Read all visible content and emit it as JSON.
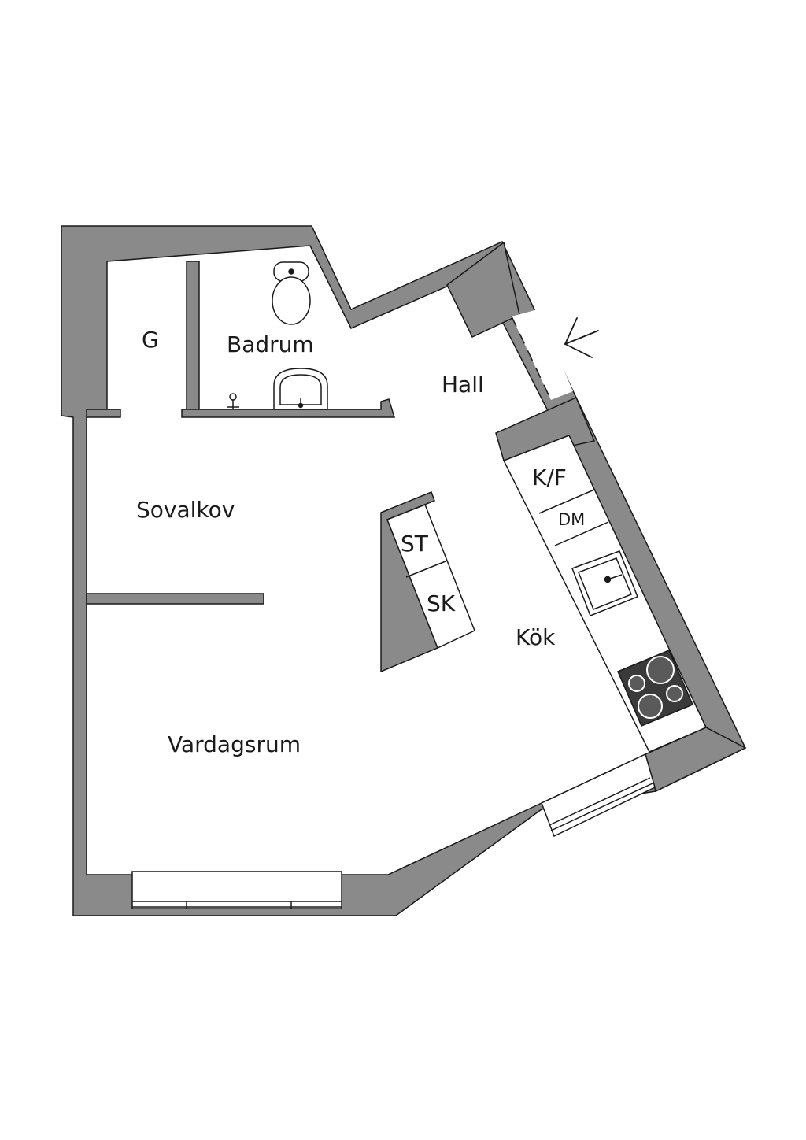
{
  "colors": {
    "wall": "#8a8a8a",
    "outline": "#1a1a1a",
    "floor": "#ffffff",
    "stove": "#3a3a3a"
  },
  "rooms": {
    "g": "G",
    "badrum": "Badrum",
    "hall": "Hall",
    "sovalkov": "Sovalkov",
    "vardagsrum": "Vardagsrum",
    "kok": "Kök"
  },
  "fixtures": {
    "kf": "K/F",
    "dm": "DM",
    "st": "ST",
    "sk": "SK"
  },
  "icons": [
    "entrance-arrow-icon",
    "toilet-icon",
    "washbasin-icon",
    "sink-icon",
    "stove-icon"
  ]
}
